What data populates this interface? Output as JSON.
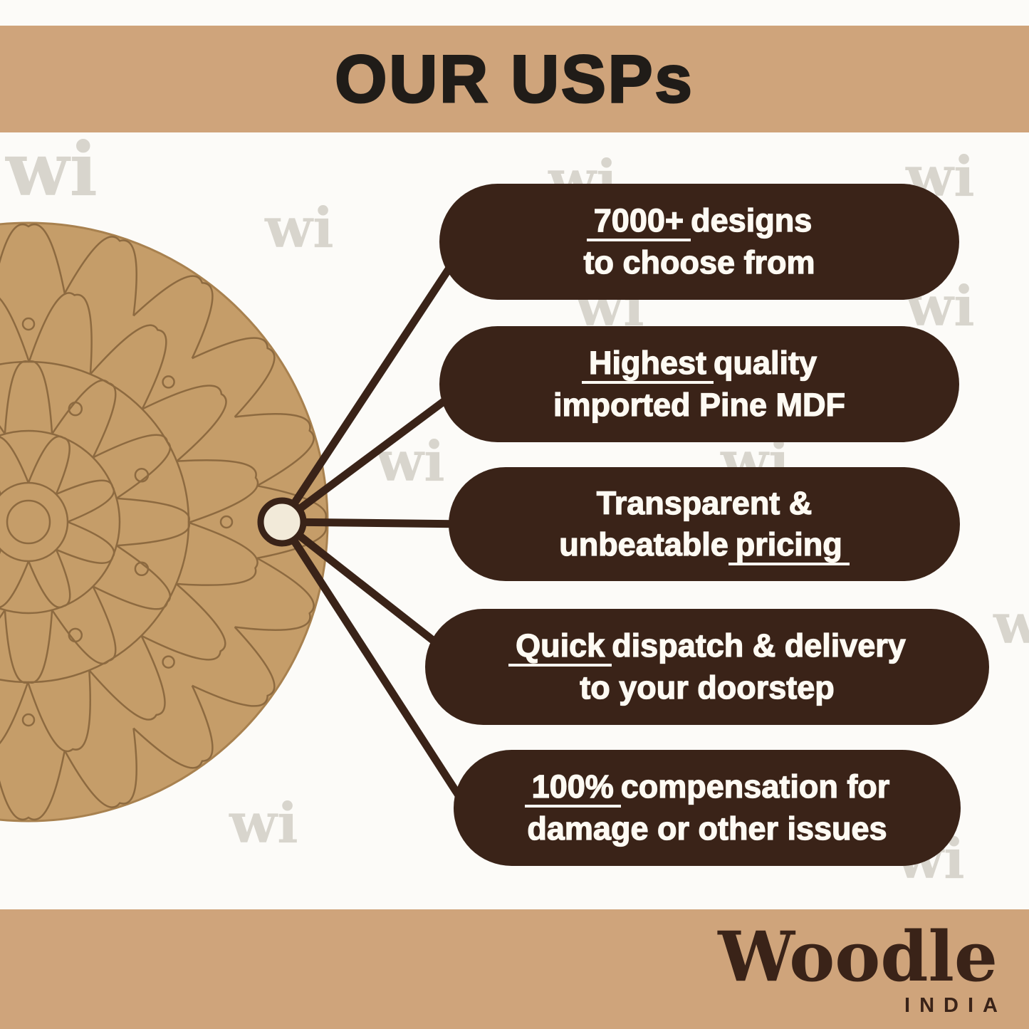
{
  "title": "OUR USPs",
  "watermark": {
    "text": "wi"
  },
  "usps": {
    "items": [
      {
        "l1a": "",
        "l1u": "7000+",
        "l1b": "designs",
        "l2a": "to choose from",
        "l2u": "",
        "l2b": ""
      },
      {
        "l1a": "",
        "l1u": "Highest",
        "l1b": "quality",
        "l2a": "imported Pine MDF",
        "l2u": "",
        "l2b": ""
      },
      {
        "l1a": "Transparent &",
        "l1u": "",
        "l1b": "",
        "l2a": "unbeatable",
        "l2u": "pricing",
        "l2b": ""
      },
      {
        "l1a": "",
        "l1u": "Quick",
        "l1b": "dispatch & delivery",
        "l2a": "to your doorstep",
        "l2u": "",
        "l2b": ""
      },
      {
        "l1a": "",
        "l1u": "100%",
        "l1b": "compensation for",
        "l2a": "damage or other issues",
        "l2u": "",
        "l2b": ""
      }
    ]
  },
  "brand": {
    "name": "Woodle",
    "country": "INDIA"
  },
  "colors": {
    "band_tan": "#cfa47b",
    "pill_brown": "#3a2318",
    "mdf_board": "#c59d69",
    "mandala_line": "#8d6a40",
    "pill_text": "#fdfaf3",
    "title_text": "#201c18",
    "watermark": "#d8d5cd",
    "hub_fill": "#f2ead9"
  }
}
